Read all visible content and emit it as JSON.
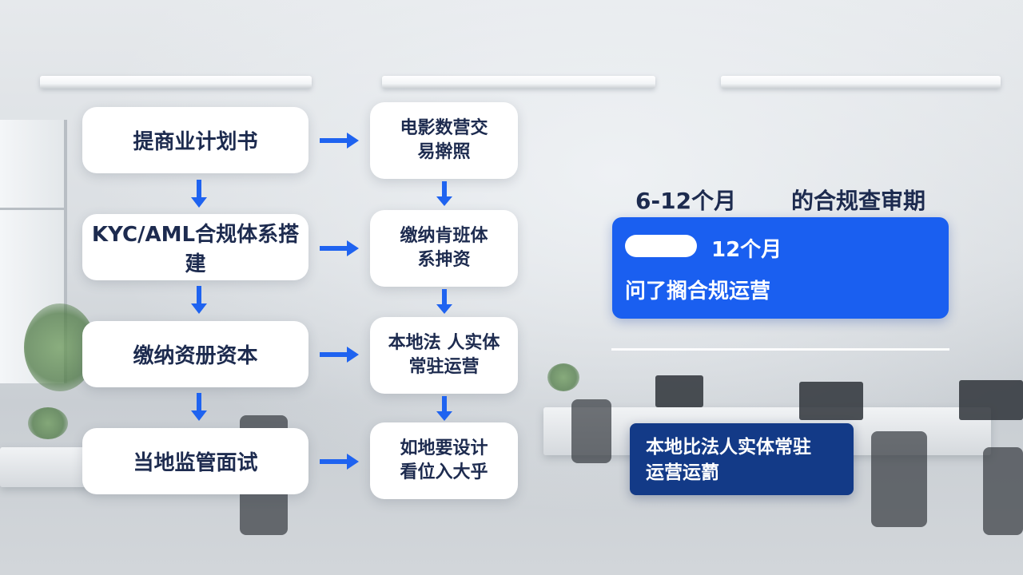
{
  "colors": {
    "accent_blue": "#1a5ff0",
    "arrow_blue": "#1f63f0",
    "dark_blue": "#133a87",
    "text_navy": "#1d2b4f",
    "box_white": "#ffffff"
  },
  "flow": {
    "left_steps": [
      "提商业计划书",
      "KYC/AML合规体系搭建",
      "缴纳资册资本",
      "当地监管面试"
    ],
    "right_steps": [
      "电影数营交\n易擀照",
      "缴纳肯班体\n系抻资",
      "本地法 人实体\n常驻运营",
      "如地要设计\n看位入大乎"
    ]
  },
  "period": {
    "range": "6-12个月",
    "suffix": "的合规查审期"
  },
  "blue_card": {
    "months": "12个月",
    "text": "问了搁合规运营"
  },
  "dark_card": {
    "text": "本地比法人实体常驻\n运营运藅"
  }
}
